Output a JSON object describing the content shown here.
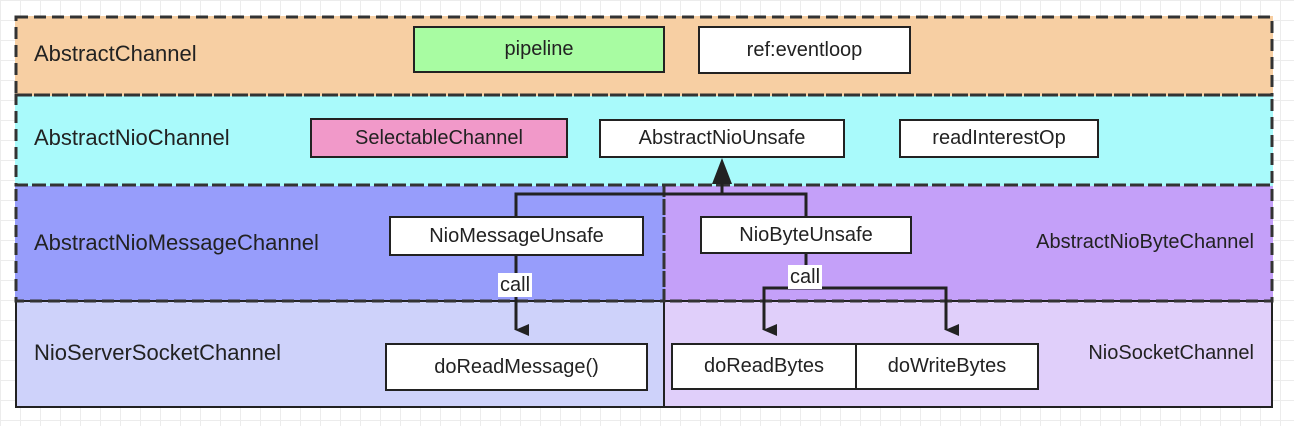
{
  "colors": {
    "abstract_channel": "#f7cfa3",
    "abstract_nio_channel": "#a9fafb",
    "abstract_nio_message_channel": "#979dfb",
    "abstract_nio_byte_channel": "#c4a0f9",
    "nio_server_socket_channel": "#ced2fa",
    "nio_socket_channel": "#e0cffa",
    "pipeline": "#a8fca2",
    "selectable_channel": "#f199c9",
    "dashed_border": "#333333",
    "line": "#222222"
  },
  "layers": {
    "abstract_channel": {
      "label": "AbstractChannel"
    },
    "abstract_nio_channel": {
      "label": "AbstractNioChannel"
    },
    "abstract_nio_message_channel": {
      "label": "AbstractNioMessageChannel"
    },
    "abstract_nio_byte_channel": {
      "label": "AbstractNioByteChannel"
    },
    "nio_server_socket_channel": {
      "label": "NioServerSocketChannel"
    },
    "nio_socket_channel": {
      "label": "NioSocketChannel"
    }
  },
  "boxes": {
    "pipeline": "pipeline",
    "ref_eventloop": "ref:eventloop",
    "selectable_channel": "SelectableChannel",
    "abstract_nio_unsafe": "AbstractNioUnsafe",
    "read_interest_op": "readInterestOp",
    "nio_message_unsafe": "NioMessageUnsafe",
    "nio_byte_unsafe": "NioByteUnsafe",
    "do_read_message": "doReadMessage()",
    "do_read_bytes": "doReadBytes",
    "do_write_bytes": "doWriteBytes"
  },
  "edges": {
    "message_call_label": "call",
    "byte_call_label": "call"
  }
}
